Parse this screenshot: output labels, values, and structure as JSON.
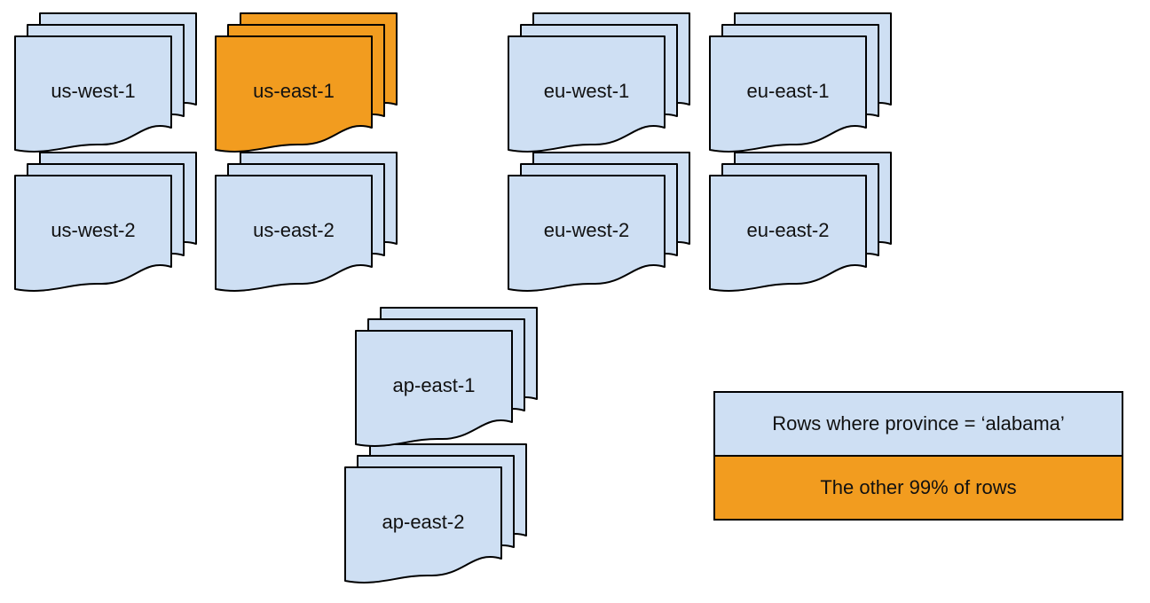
{
  "colors": {
    "region_fill": "#cedff3",
    "highlight_fill": "#f29c1f",
    "stroke": "#000000"
  },
  "stacks": [
    {
      "label": "us-west-1",
      "variant": "default"
    },
    {
      "label": "us-east-1",
      "variant": "highlight"
    },
    {
      "label": "eu-west-1",
      "variant": "default"
    },
    {
      "label": "eu-east-1",
      "variant": "default"
    },
    {
      "label": "us-west-2",
      "variant": "default"
    },
    {
      "label": "us-east-2",
      "variant": "default"
    },
    {
      "label": "eu-west-2",
      "variant": "default"
    },
    {
      "label": "eu-east-2",
      "variant": "default"
    },
    {
      "label": "ap-east-1",
      "variant": "default"
    },
    {
      "label": "ap-east-2",
      "variant": "default"
    }
  ],
  "legend": {
    "items": [
      {
        "label": "Rows where province = ‘alabama’",
        "variant": "default"
      },
      {
        "label": "The other 99% of rows",
        "variant": "highlight"
      }
    ]
  }
}
